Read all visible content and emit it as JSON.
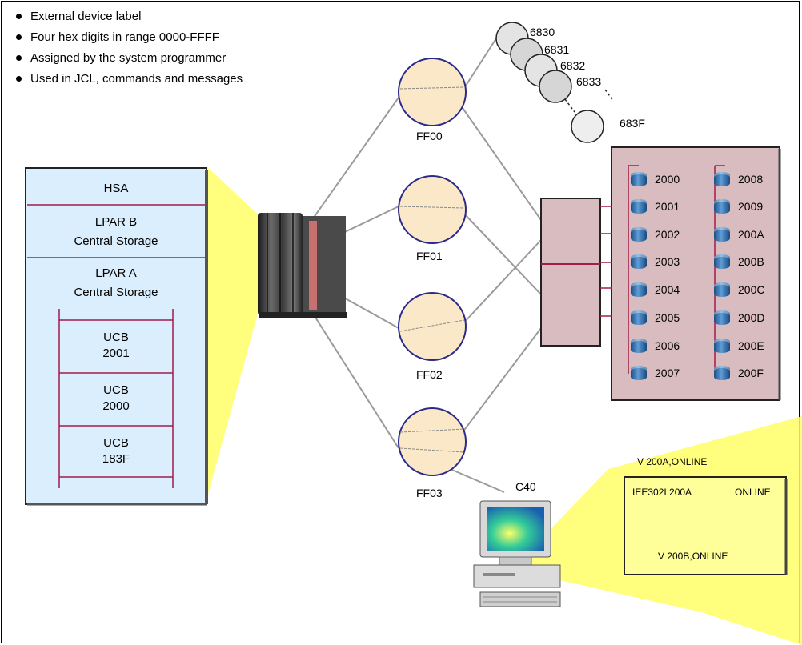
{
  "bullets": [
    "External device label",
    "Four hex digits in range 0000-FFFF",
    "Assigned by the system programmer",
    "Used in JCL, commands and messages"
  ],
  "storage": {
    "hsa": "HSA",
    "lpar_b_line1": "LPAR B",
    "lpar_b_line2": "Central Storage",
    "lpar_a_line1": "LPAR A",
    "lpar_a_line2": "Central Storage",
    "ucbs": [
      {
        "line1": "UCB",
        "line2": "2001"
      },
      {
        "line1": "UCB",
        "line2": "2000"
      },
      {
        "line1": "UCB",
        "line2": "183F"
      }
    ]
  },
  "channels": [
    "FF00",
    "FF01",
    "FF02",
    "FF03"
  ],
  "tapes": [
    "6830",
    "6831",
    "6832",
    "6833",
    "683F"
  ],
  "dasd_left": [
    "2000",
    "2001",
    "2002",
    "2003",
    "2004",
    "2005",
    "2006",
    "2007"
  ],
  "dasd_right": [
    "2008",
    "2009",
    "200A",
    "200B",
    "200C",
    "200D",
    "200E",
    "200F"
  ],
  "console": {
    "label": "C40",
    "command_1": "V 200A,ONLINE",
    "message": "IEE302I 200A",
    "message_status": "ONLINE",
    "command_2": "V 200B,ONLINE"
  },
  "colors": {
    "storage_fill": "#dbeefd",
    "divider": "#a31c4a",
    "channel_fill": "#fbe8c8",
    "dasd_fill": "#d9bcbf",
    "beam": "#ffff66",
    "screen_fill": "#ffff99",
    "line": "#9a9a9a"
  }
}
